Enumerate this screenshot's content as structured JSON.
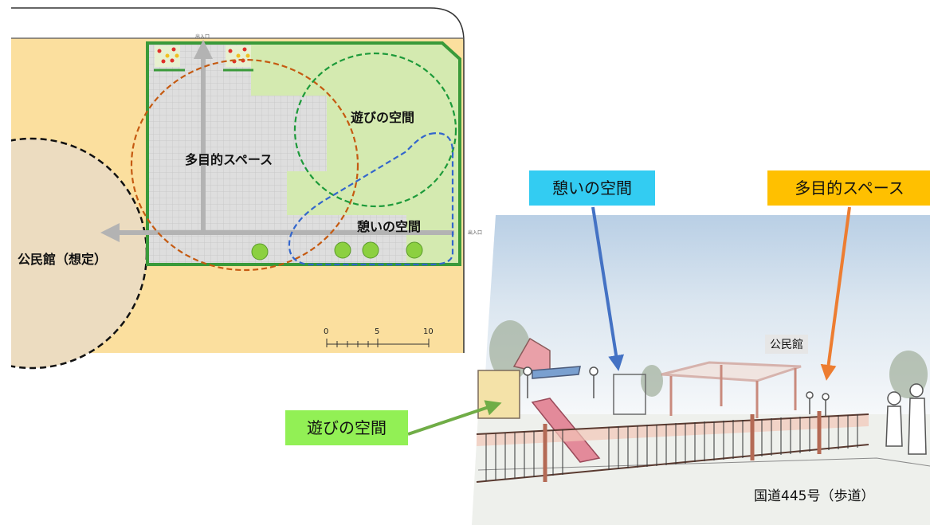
{
  "plan": {
    "multipurpose_label": "多目的スペース",
    "play_label": "遊びの空間",
    "rest_label": "憩いの空間",
    "hall_label": "公民館（想定）",
    "entrance_label": "出入口",
    "scale_ticks": [
      "0",
      "5",
      "10"
    ]
  },
  "sketch": {
    "rest_label": "憩いの空間",
    "multipurpose_label": "多目的スペース",
    "play_label": "遊びの空間",
    "hall_sign": "公民館",
    "road_caption": "国道445号（歩道）"
  },
  "colors": {
    "rest": "#33ccf2",
    "multipurpose": "#ffc000",
    "play": "#92f055",
    "rest_arrow": "#4472c4",
    "multi_arrow": "#ed7d31",
    "play_arrow": "#70ad47",
    "sand": "#fbdf9e",
    "lawn": "#d4eab0",
    "paving": "#d9d9d9"
  }
}
